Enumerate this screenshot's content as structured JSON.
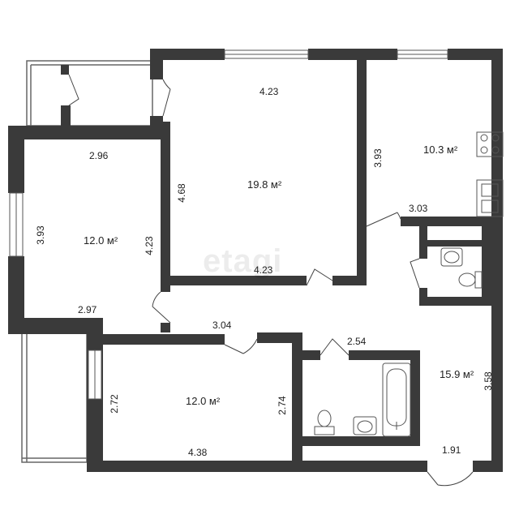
{
  "watermark": "etagi",
  "rooms": [
    {
      "id": "bedroom-left",
      "area": "12.0 м²",
      "dims": [
        "2.96",
        "3.93",
        "4.23",
        "2.97"
      ]
    },
    {
      "id": "living-room",
      "area": "19.8 м²",
      "dims": [
        "4.23",
        "4.68",
        "4.23"
      ]
    },
    {
      "id": "kitchen",
      "area": "10.3 м²",
      "dims": [
        "3.93",
        "3.03"
      ]
    },
    {
      "id": "bedroom-bottom",
      "area": "12.0 м²",
      "dims": [
        "2.72",
        "2.74",
        "4.38"
      ]
    },
    {
      "id": "hallway",
      "area": "15.9 м²",
      "dims": [
        "3.58",
        "1.91"
      ]
    },
    {
      "id": "corridor",
      "area": "",
      "dims": [
        "3.04"
      ]
    },
    {
      "id": "bathroom",
      "area": "",
      "dims": [
        "2.54"
      ]
    }
  ]
}
